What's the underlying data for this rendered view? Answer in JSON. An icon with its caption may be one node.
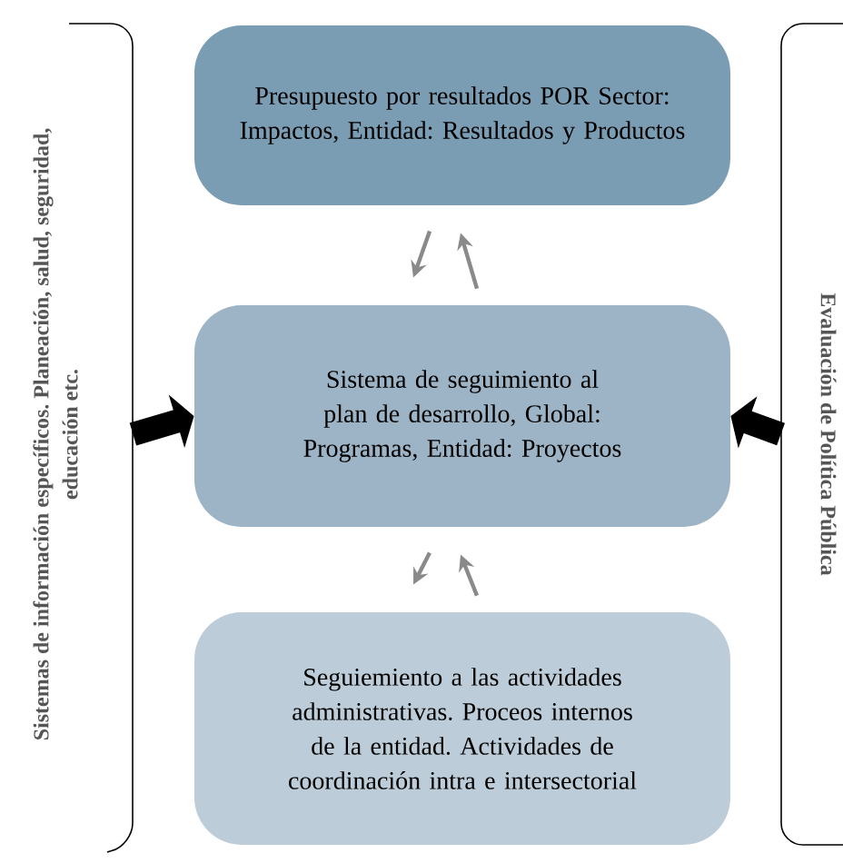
{
  "diagram": {
    "nodes": [
      {
        "text": [
          "Presupuesto por resultados POR Sector: Impactos, Entidad: Resultados y Productos"
        ]
      },
      {
        "text": [
          "Sistema de seguimiento al plan de desarrollo, Global: Programas, Entidad: Proyectos"
        ]
      },
      {
        "text": [
          "Seguiemiento a las actividades administrativas. Proceos internos de la entidad. Actividades de coordinación intra e intersectorial"
        ]
      },
      {
        "text": [
          "Sistemas de información específicos. Planeación, salud, seguridad, educación etc."
        ]
      },
      {
        "text": [
          "Evaluación de Política Pública"
        ]
      }
    ],
    "edges": [
      {
        "from": 0,
        "to": 1,
        "arrow": "to"
      },
      {
        "from": 1,
        "to": 0,
        "arrow": "to"
      },
      {
        "from": 1,
        "to": 2,
        "arrow": "to"
      },
      {
        "from": 2,
        "to": 1,
        "arrow": "to"
      },
      {
        "from": 3,
        "to": 1,
        "arrow": "to",
        "style": "thick",
        "color": "#000000"
      },
      {
        "from": 4,
        "to": 1,
        "arrow": "to",
        "style": "thick",
        "color": "#000000"
      }
    ]
  }
}
